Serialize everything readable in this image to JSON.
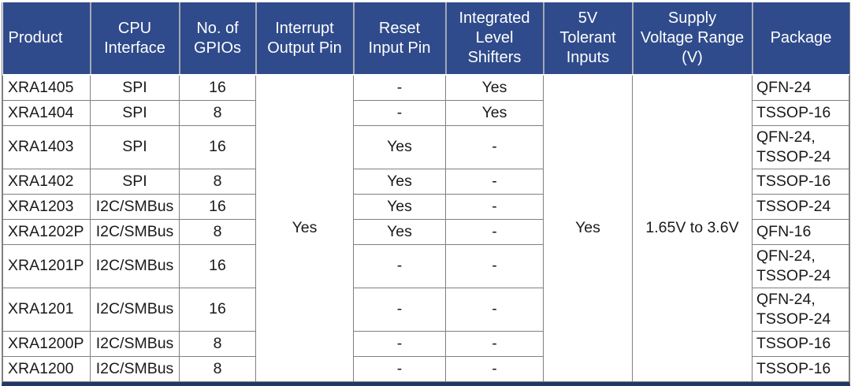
{
  "colors": {
    "header-bg": "#2f4b8b",
    "header-text": "#ffffff",
    "body-text": "#1a1a1a",
    "grid-line": "#808080",
    "header-divider": "#a3a9b5",
    "bottom-bar": "#203864"
  },
  "table": {
    "columns": [
      {
        "label": "Product"
      },
      {
        "label": "CPU\nInterface"
      },
      {
        "label": "No. of\nGPIOs"
      },
      {
        "label": "Interrupt\nOutput Pin"
      },
      {
        "label": "Reset\nInput Pin"
      },
      {
        "label": "Integrated\nLevel\nShifters"
      },
      {
        "label": "5V\nTolerant\nInputs"
      },
      {
        "label": "Supply\nVoltage Range\n(V)"
      },
      {
        "label": "Package"
      }
    ],
    "merged": {
      "interrupt_output_pin": "Yes",
      "five_v_tolerant_inputs": "Yes",
      "supply_voltage_range": "1.65V to 3.6V"
    },
    "rows": [
      {
        "product": "XRA1405",
        "cpu_interface": "SPI",
        "gpios": "16",
        "reset_input_pin": "-",
        "level_shifters": "Yes",
        "package": "QFN-24"
      },
      {
        "product": "XRA1404",
        "cpu_interface": "SPI",
        "gpios": "8",
        "reset_input_pin": "-",
        "level_shifters": "Yes",
        "package": "TSSOP-16"
      },
      {
        "product": "XRA1403",
        "cpu_interface": "SPI",
        "gpios": "16",
        "reset_input_pin": "Yes",
        "level_shifters": "-",
        "package": "QFN-24,\nTSSOP-24"
      },
      {
        "product": "XRA1402",
        "cpu_interface": "SPI",
        "gpios": "8",
        "reset_input_pin": "Yes",
        "level_shifters": "-",
        "package": "TSSOP-16"
      },
      {
        "product": "XRA1203",
        "cpu_interface": "I2C/SMBus",
        "gpios": "16",
        "reset_input_pin": "Yes",
        "level_shifters": "-",
        "package": "TSSOP-24"
      },
      {
        "product": "XRA1202P",
        "cpu_interface": "I2C/SMBus",
        "gpios": "8",
        "reset_input_pin": "Yes",
        "level_shifters": "-",
        "package": "QFN-16"
      },
      {
        "product": "XRA1201P",
        "cpu_interface": "I2C/SMBus",
        "gpios": "16",
        "reset_input_pin": "-",
        "level_shifters": "-",
        "package": "QFN-24,\nTSSOP-24"
      },
      {
        "product": "XRA1201",
        "cpu_interface": "I2C/SMBus",
        "gpios": "16",
        "reset_input_pin": "-",
        "level_shifters": "-",
        "package": "QFN-24,\nTSSOP-24"
      },
      {
        "product": "XRA1200P",
        "cpu_interface": "I2C/SMBus",
        "gpios": "8",
        "reset_input_pin": "-",
        "level_shifters": "-",
        "package": "TSSOP-16"
      },
      {
        "product": "XRA1200",
        "cpu_interface": "I2C/SMBus",
        "gpios": "8",
        "reset_input_pin": "-",
        "level_shifters": "-",
        "package": "TSSOP-16"
      }
    ]
  }
}
